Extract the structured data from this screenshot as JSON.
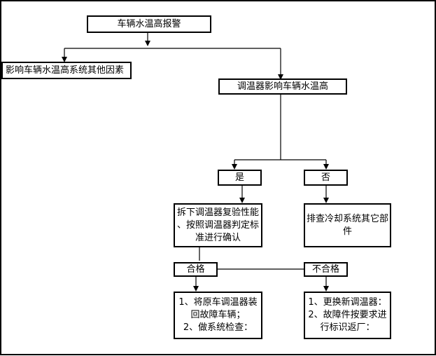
{
  "nodes": {
    "alarm": "车辆水温高报警",
    "other_factors": "影响车辆水温高系统其他因素",
    "thermostat": "调温器影响车辆水温高",
    "yes": "是",
    "no": "否",
    "disassemble": "拆下调温器复验性能\n、按照调温器判定标\n准进行确认",
    "check_cooling": "排查冷却系统其它部件",
    "pass": "合格",
    "fail": "不合格",
    "pass_actions": "1、将原车调温器装\n回故障车辆；\n2、做系统检查：",
    "fail_actions": "1、更换新调温器：\n2、故障件按要求进\n行标识返厂："
  }
}
